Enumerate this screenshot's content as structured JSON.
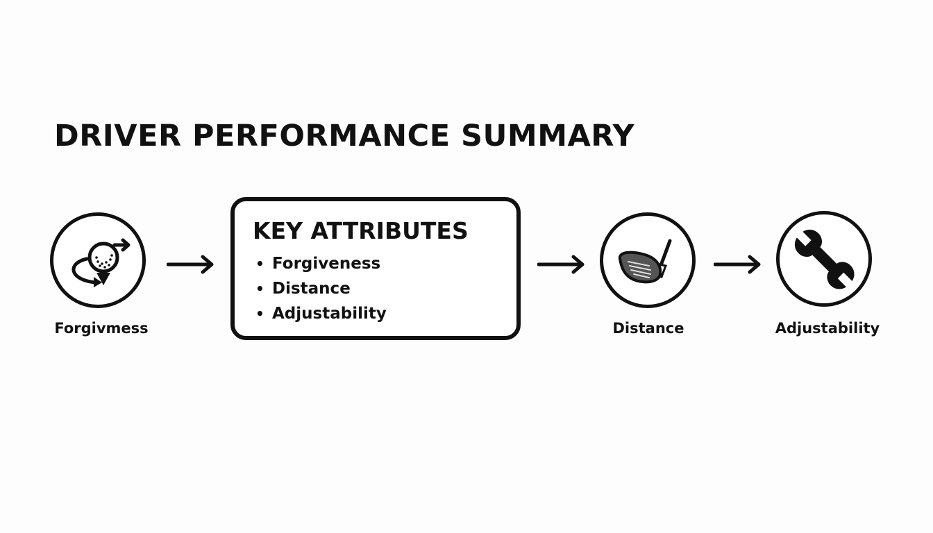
{
  "title": "DRIVER PERFORMANCE SUMMARY",
  "nodes": [
    {
      "label": "Forgivmess",
      "icon": "golf-ball-on-tee-icon"
    },
    {
      "label": "Distance",
      "icon": "driver-club-head-icon"
    },
    {
      "label": "Adjustability",
      "icon": "wrench-icon"
    }
  ],
  "key_attributes": {
    "heading": "KEY ATTRIBUTES",
    "items": [
      "Forgiveness",
      "Distance",
      "Adjustability"
    ],
    "bullet": "•"
  },
  "colors": {
    "ink": "#111111",
    "background": "#fdfdfd"
  }
}
